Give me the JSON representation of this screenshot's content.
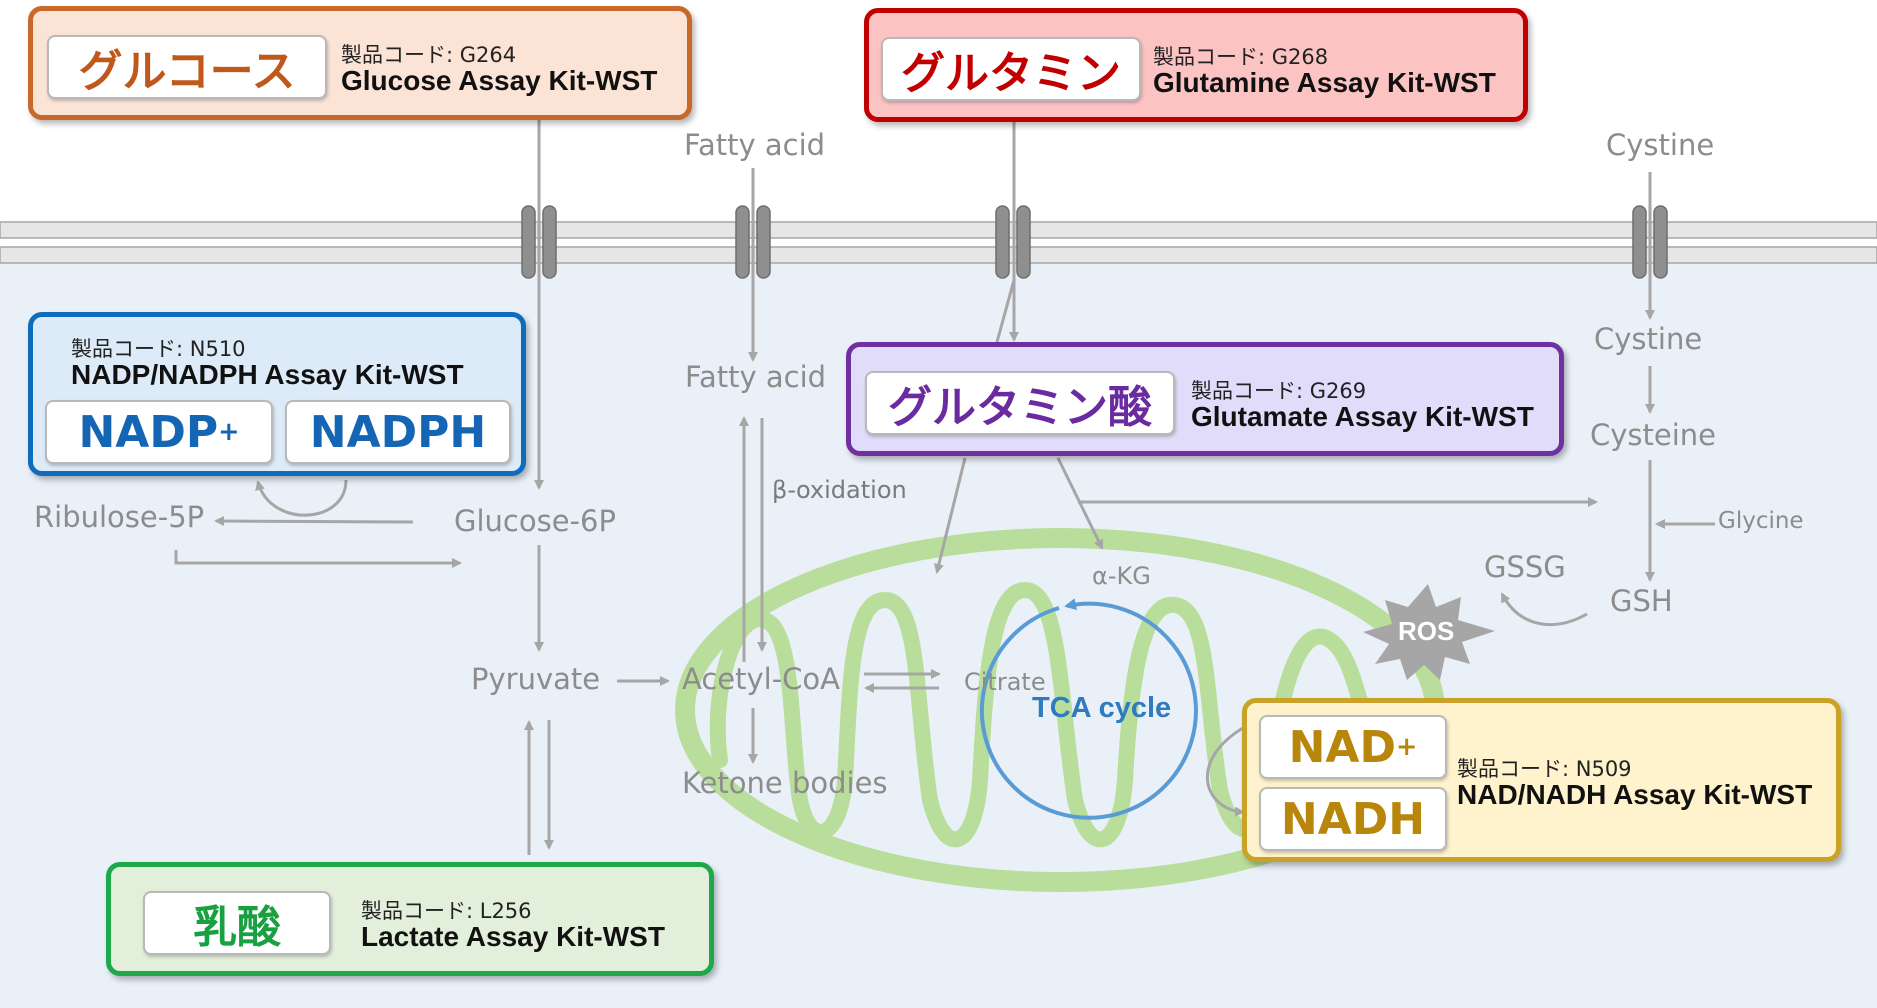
{
  "kits": {
    "glucose": {
      "title": "グルコース",
      "code": "製品コード: G264",
      "kit": "Glucose Assay Kit-WST",
      "border": "#c8682a",
      "fill": "#fbe3d6",
      "text": "#c0581c"
    },
    "glutamine": {
      "title": "グルタミン",
      "code": "製品コード: G268",
      "kit": "Glutamine Assay Kit-WST",
      "border": "#c00000",
      "fill": "#fcc3c3",
      "text": "#c00000"
    },
    "nadp": {
      "pill1": "NADP",
      "pill1_sup": "+",
      "pill2": "NADPH",
      "code": "製品コード: N510",
      "kit": "NADP/NADPH Assay Kit-WST",
      "border": "#0e6cbd",
      "fill": "#dcebf7",
      "text": "#1565b5"
    },
    "glutamate": {
      "title": "グルタミン酸",
      "code": "製品コード: G269",
      "kit": "Glutamate Assay Kit-WST",
      "border": "#7030a0",
      "fill": "#e0dcfa",
      "text": "#6a2aa0"
    },
    "nad": {
      "pill1": "NAD",
      "pill1_sup": "+",
      "pill2": "NADH",
      "code": "製品コード: N509",
      "kit": "NAD/NADH Assay Kit-WST",
      "border": "#c9a227",
      "fill": "#fef3cc",
      "text": "#b8860b"
    },
    "lactate": {
      "title": "乳酸",
      "code": "製品コード: L256",
      "kit": "Lactate Assay Kit-WST",
      "border": "#1fa84a",
      "fill": "#e2efdb",
      "text": "#19a040"
    }
  },
  "metabolites": {
    "fatty_acid_out": "Fatty acid",
    "cystine_out": "Cystine",
    "fatty_acid_in": "Fatty acid",
    "cystine_in": "Cystine",
    "cysteine": "Cysteine",
    "ribulose": "Ribulose-5P",
    "glucose6p": "Glucose-6P",
    "beta_oxidation": "β-oxidation",
    "glycine": "Glycine",
    "gssg": "GSSG",
    "gsh": "GSH",
    "alpha_kg": "α-KG",
    "ros": "ROS",
    "pyruvate": "Pyruvate",
    "acetyl_coa": "Acetyl-CoA",
    "citrate": "Citrate",
    "tca_cycle": "TCA cycle",
    "ketone_bodies": "Ketone bodies"
  },
  "colors": {
    "cell_interior": "#eaf0f8",
    "membrane": "#e6e6e6",
    "membrane_stroke": "#a6a6a6",
    "transporter": "#8f8f8f",
    "arrow": "#a6a6a6",
    "mitochondrion": "#92d050",
    "tca": "#5b9bd5",
    "ros": "#a6a6a6"
  }
}
